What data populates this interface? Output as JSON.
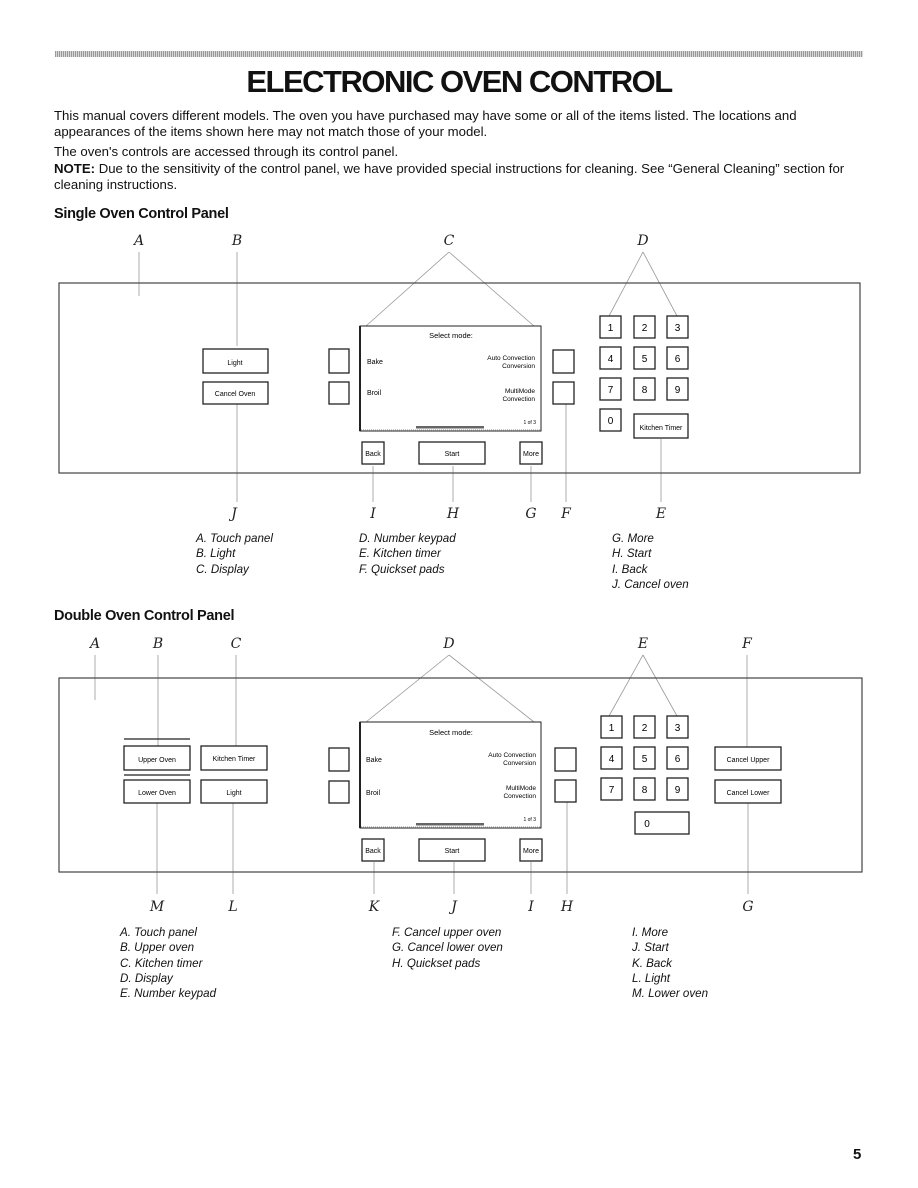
{
  "page": {
    "title": "ELECTRONIC OVEN CONTROL",
    "intro1": "This manual covers different models. The oven you have purchased may have some or all of the items listed. The locations and appearances of the items shown here may not match those of your model.",
    "intro2": "The oven's controls are accessed through its control panel.",
    "note_label": "NOTE:",
    "note_text": " Due to the sensitivity of the control panel, we have provided special instructions for cleaning. See “General Cleaning” section for cleaning instructions.",
    "page_number": "5"
  },
  "single": {
    "heading": "Single Oven Control Panel",
    "callouts": {
      "A": "A",
      "B": "B",
      "C": "C",
      "D": "D",
      "E": "E",
      "F": "F",
      "G": "G",
      "H": "H",
      "I": "I",
      "J": "J"
    },
    "buttons": {
      "light": "Light",
      "cancel_oven": "Cancel Oven",
      "back": "Back",
      "start": "Start",
      "more": "More",
      "kitchen_timer": "Kitchen Timer"
    },
    "display": {
      "select_mode": "Select mode:",
      "bake": "Bake",
      "broil": "Broil",
      "auto_conv_1": "Auto Convection",
      "auto_conv_2": "Conversion",
      "multimode_1": "MultiMode",
      "multimode_2": "Convection",
      "page": "1 of 3"
    },
    "keypad": [
      "1",
      "2",
      "3",
      "4",
      "5",
      "6",
      "7",
      "8",
      "9",
      "0"
    ],
    "legend": [
      [
        "A. Touch panel",
        "B. Light",
        "C. Display"
      ],
      [
        "D. Number keypad",
        "E. Kitchen timer",
        "F. Quickset pads"
      ],
      [
        "G. More",
        "H. Start",
        "I. Back",
        "J. Cancel oven"
      ]
    ]
  },
  "double": {
    "heading": "Double Oven Control Panel",
    "callouts": {
      "A": "A",
      "B": "B",
      "C": "C",
      "D": "D",
      "E": "E",
      "F": "F",
      "G": "G",
      "H": "H",
      "I": "I",
      "J": "J",
      "K": "K",
      "L": "L",
      "M": "M"
    },
    "buttons": {
      "upper_oven": "Upper Oven",
      "lower_oven": "Lower Oven",
      "kitchen_timer": "Kitchen Timer",
      "light": "Light",
      "back": "Back",
      "start": "Start",
      "more": "More",
      "cancel_upper": "Cancel Upper",
      "cancel_lower": "Cancel Lower"
    },
    "display": {
      "select_mode": "Select mode:",
      "bake": "Bake",
      "broil": "Broil",
      "auto_conv_1": "Auto Convection",
      "auto_conv_2": "Conversion",
      "multimode_1": "MultiMode",
      "multimode_2": "Convection",
      "page": "1 of 3"
    },
    "keypad": [
      "1",
      "2",
      "3",
      "4",
      "5",
      "6",
      "7",
      "8",
      "9",
      "0"
    ],
    "legend": [
      [
        "A. Touch panel",
        "B. Upper oven",
        "C. Kitchen timer",
        "D. Display",
        "E. Number keypad"
      ],
      [
        "F. Cancel upper oven",
        "G. Cancel lower oven",
        "H. Quickset pads"
      ],
      [
        "I. More",
        "J. Start",
        "K. Back",
        "L. Light",
        "M. Lower oven"
      ]
    ]
  }
}
